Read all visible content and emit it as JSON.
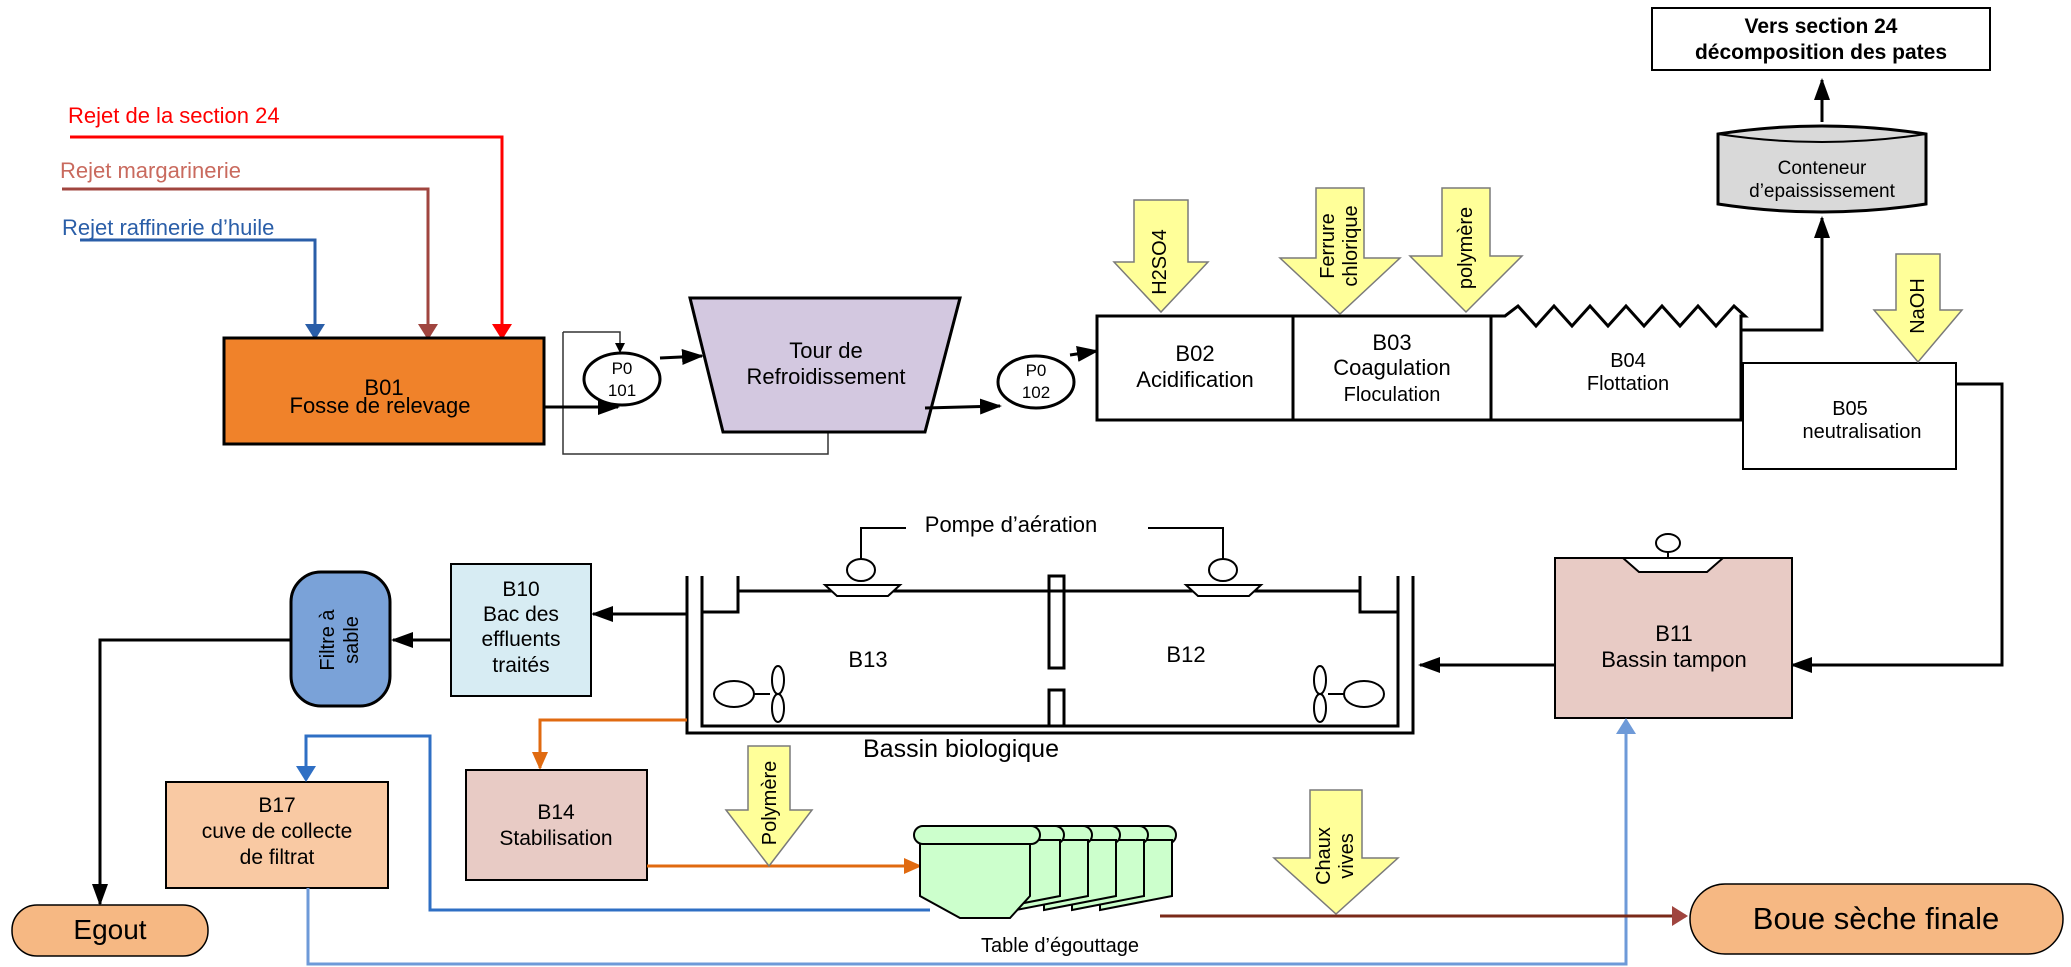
{
  "colors": {
    "red": "#ff0000",
    "brown": "#a0453f",
    "blue_dark": "#2a5ea8",
    "orange_box": "#f0822a",
    "lavender": "#d3c8e0",
    "cyan_box": "#d7ecf3",
    "blue_filter": "#7aa2d8",
    "peach": "#f9c9a3",
    "pink_box": "#e8cbc5",
    "yellow_arrow": "#ffff99",
    "green_table": "#ccffcc",
    "orange_line": "#e06a10",
    "light_blue_line": "#6e9ad8",
    "grey_container": "#d9d9d9"
  },
  "inputs": {
    "rejet_section": "Rejet de la section 24",
    "rejet_margarinerie": "Rejet margarinerie",
    "rejet_raffinerie": "Rejet raffinerie d’huile"
  },
  "nodes": {
    "b01_code": "B01",
    "b01_name": "Fosse de relevage",
    "p101_a": "P0",
    "p101_b": "101",
    "tour_a": "Tour de",
    "tour_b": "Refroidissement",
    "p102_a": "P0",
    "p102_b": "102",
    "b02_code": "B02",
    "b02_name": "Acidification",
    "b03_code": "B03",
    "b03_name_a": "Coagulation",
    "b03_name_b": "Floculation",
    "b04_code": "B04",
    "b04_name": "Flottation",
    "b05_code": "B05",
    "b05_name": "neutralisation",
    "conteneur_a": "Conteneur",
    "conteneur_b": "d’epaississement",
    "vers_a": "Vers section 24",
    "vers_b": "décomposition des pates",
    "b11_code": "B11",
    "b11_name": "Bassin tampon",
    "pompe": "Pompe d’aération",
    "b13": "B13",
    "b12": "B12",
    "bassin_bio": "Bassin biologique",
    "b10_code": "B10",
    "b10_a": "Bac des",
    "b10_b": "effluents",
    "b10_c": "traités",
    "filtre_a": "Filtre à",
    "filtre_b": "sable",
    "egout": "Egout",
    "b17_code": "B17",
    "b17_a": "cuve de collecte",
    "b17_b": "de filtrat",
    "b14_code": "B14",
    "b14_name": "Stabilisation",
    "table": "Table d’égouttage",
    "boue": "Boue sèche finale"
  },
  "reagents": {
    "h2so4": "H2SO4",
    "ferrure_a": "Ferrure",
    "ferrure_b": "chlorique",
    "polymere_top": "polymère",
    "naoh": "NaOH",
    "polymere_bottom": "Polymère",
    "chaux_a": "Chaux",
    "chaux_b": "vives"
  }
}
